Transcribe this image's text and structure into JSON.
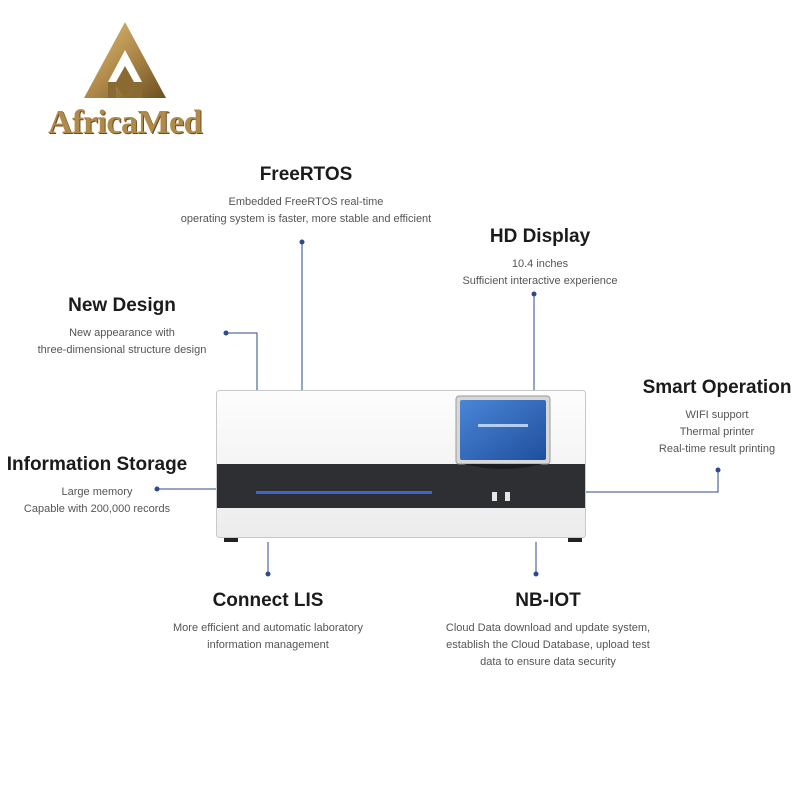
{
  "brand": {
    "name": "AfricaMed",
    "colors": {
      "gold": "#b08a4a",
      "dark_gold": "#6b4f1f"
    }
  },
  "features": {
    "freertos": {
      "title": "FreeRTOS",
      "lines": [
        "Embedded FreeRTOS real-time",
        "operating system is faster, more stable and efficient"
      ]
    },
    "hd_display": {
      "title": "HD Display",
      "lines": [
        "10.4 inches",
        "Sufficient interactive experience"
      ]
    },
    "new_design": {
      "title": "New Design",
      "lines": [
        "New appearance with",
        "three-dimensional structure design"
      ]
    },
    "smart_operation": {
      "title": "Smart Operation",
      "lines": [
        "WIFI support",
        "Thermal printer",
        "Real-time result printing"
      ]
    },
    "information_storage": {
      "title": "Information Storage",
      "lines": [
        "Large memory",
        "Capable with 200,000 records"
      ]
    },
    "connect_lis": {
      "title": "Connect LIS",
      "lines": [
        "More efficient and automatic laboratory",
        "information management"
      ]
    },
    "nb_iot": {
      "title": "NB-IOT",
      "lines": [
        "Cloud Data download and update system,",
        "establish the Cloud Database, upload test",
        "data to ensure data security"
      ]
    }
  },
  "colors": {
    "connector": "#2c4a8c",
    "device_panel": "#2e2f33",
    "screen": "#2a5db0"
  }
}
